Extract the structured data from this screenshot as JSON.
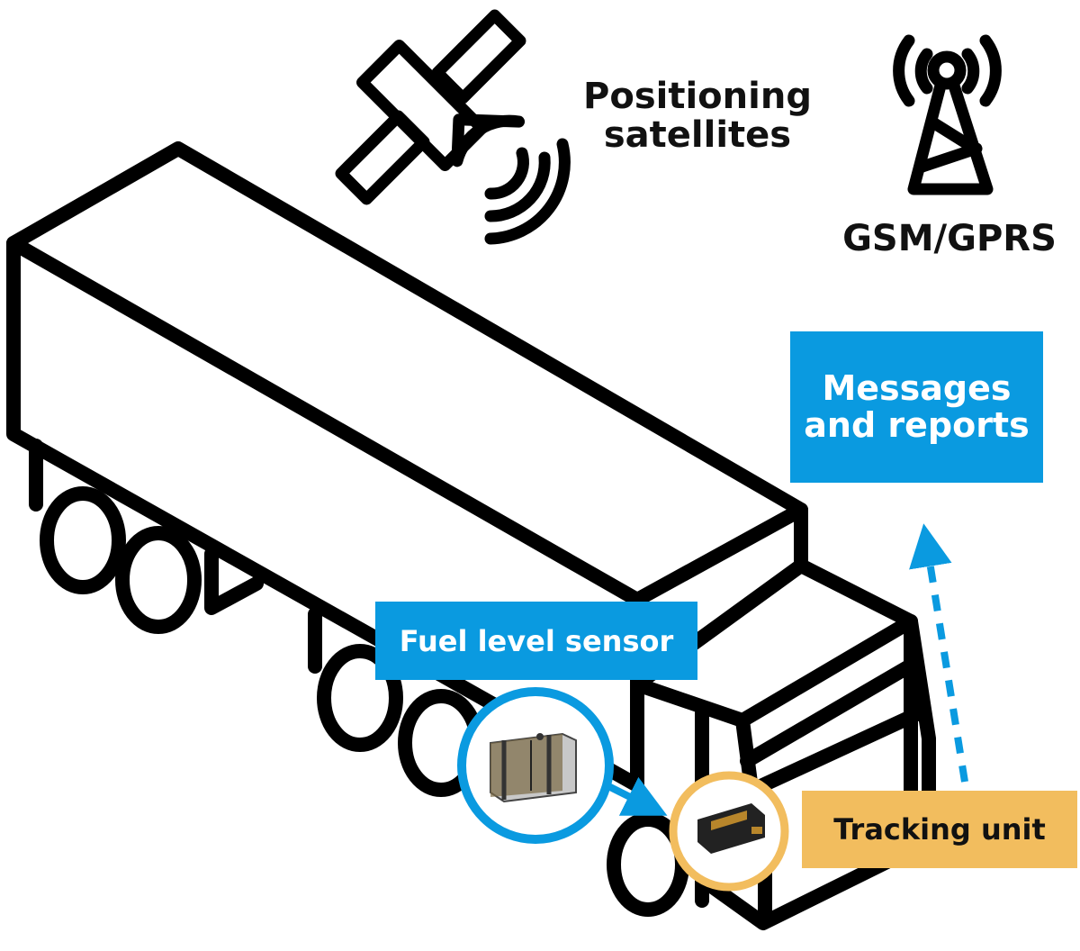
{
  "labels": {
    "satellites": "Positioning satellites",
    "gsm": "GSM/GPRS",
    "messages": "Messages and reports",
    "fuel_sensor": "Fuel level sensor",
    "tracking_unit": "Tracking unit"
  },
  "icons": {
    "satellite": "satellite-icon",
    "tower": "cell-tower-icon",
    "truck": "truck-outline",
    "fuel_tank": "fuel-tank-image",
    "tracker": "tracker-device-image"
  },
  "colors": {
    "blue": "#0a9ae0",
    "orange": "#f2bd5e",
    "outline": "#000000"
  }
}
